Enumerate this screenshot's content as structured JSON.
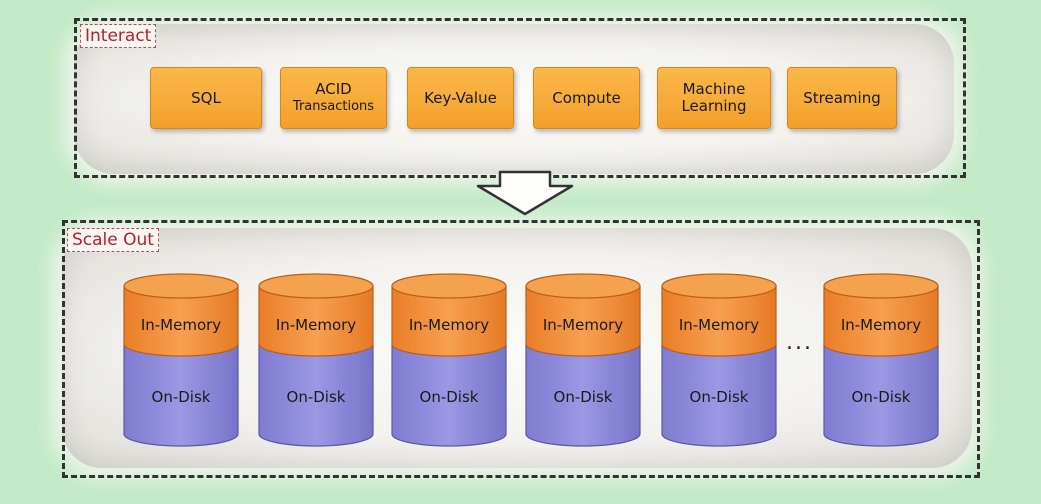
{
  "sections": {
    "interact": "Interact",
    "scale_out": "Scale Out"
  },
  "interact_items": [
    {
      "line1": "SQL",
      "line2": ""
    },
    {
      "line1": "ACID",
      "line2": "Transactions"
    },
    {
      "line1": "Key-Value",
      "line2": ""
    },
    {
      "line1": "Compute",
      "line2": ""
    },
    {
      "line1": "Machine",
      "line2": "Learning"
    },
    {
      "line1": "Streaming",
      "line2": ""
    }
  ],
  "nodes": [
    {
      "memory": "In-Memory",
      "disk": "On-Disk"
    },
    {
      "memory": "In-Memory",
      "disk": "On-Disk"
    },
    {
      "memory": "In-Memory",
      "disk": "On-Disk"
    },
    {
      "memory": "In-Memory",
      "disk": "On-Disk"
    },
    {
      "memory": "In-Memory",
      "disk": "On-Disk"
    },
    {
      "memory": "In-Memory",
      "disk": "On-Disk"
    }
  ],
  "ellipsis": "...",
  "colors": {
    "background": "#c3ebc8",
    "pill": "#f5a623",
    "memory": "#f08a33",
    "disk": "#8a86d6",
    "label": "#b3212b"
  },
  "icons": {
    "arrow": "down-arrow-icon"
  }
}
